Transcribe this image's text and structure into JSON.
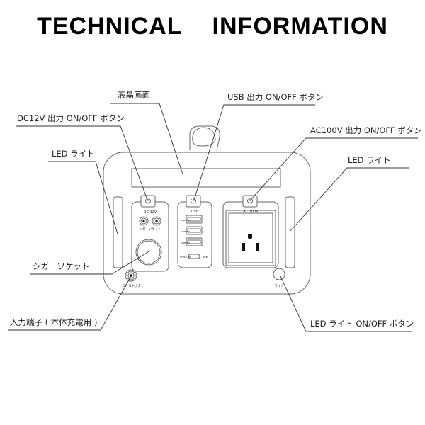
{
  "title": {
    "word1": "TECHNICAL",
    "word2": "INFORMATION"
  },
  "callouts": {
    "lcd": "液晶画面",
    "usb_button": "USB 出力 ON/OFF ボタン",
    "dc12v_button": "DC12V 出力 ON/OFF ボタン",
    "ac100v_button": "AC100V 出力 ON/OFF ボタン",
    "led_left": "LED ライト",
    "led_right": "LED ライト",
    "cigar_socket": "シガーソケット",
    "input_terminal": "入力端子 ( 本体充電用 )",
    "led_button": "LED ライト ON/OFF ボタン"
  },
  "device": {
    "dc_panel_label": "DC  12V",
    "cigar_label": "シガーソケット",
    "usb_panel_label": "USB",
    "usb_port_labels": [
      "USB 3.0",
      "USB 3.0",
      "USB 3.0"
    ],
    "typec_label": "TYPE-C PD",
    "typec_watt": "30W",
    "ac_panel_label": "AC 100V",
    "dc_connector_label": "DC コネクタ",
    "light_label": "ライト"
  },
  "colors": {
    "line": "#555555",
    "text": "#222222",
    "title": "#000000"
  }
}
